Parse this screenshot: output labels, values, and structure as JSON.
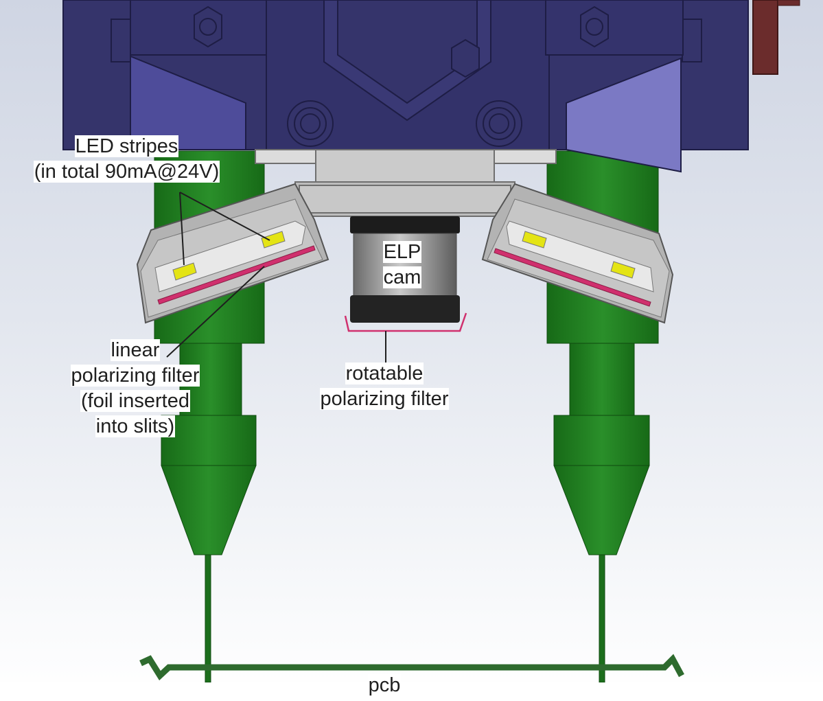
{
  "labels": {
    "led_line1": "LED stripes",
    "led_line2": "(in total 90mA@24V)",
    "cam_line1": "ELP",
    "cam_line2": "cam",
    "lin_line1": "linear",
    "lin_line2": "polarizing filter",
    "lin_line3": "(foil inserted",
    "lin_line4": "into slits)",
    "rot_line1": "rotatable",
    "rot_line2": "polarizing filter",
    "pcb": "pcb"
  },
  "colors": {
    "housing": "#35346b",
    "housing_edge": "#1e1d45",
    "side_wedge_left": "#4e4c9a",
    "side_wedge_right": "#7b79c4",
    "bracket": "#a9a9a9",
    "bracket_light": "#cbcbcb",
    "nozzle_green": "#1f7a1f",
    "nozzle_dark": "#135c13",
    "pcb_green": "#2e6b2e",
    "filter_magenta": "#d0306e",
    "led_yellow": "#e4e414",
    "lens_dark": "#232323",
    "connector_brown": "#6b2c2c"
  }
}
